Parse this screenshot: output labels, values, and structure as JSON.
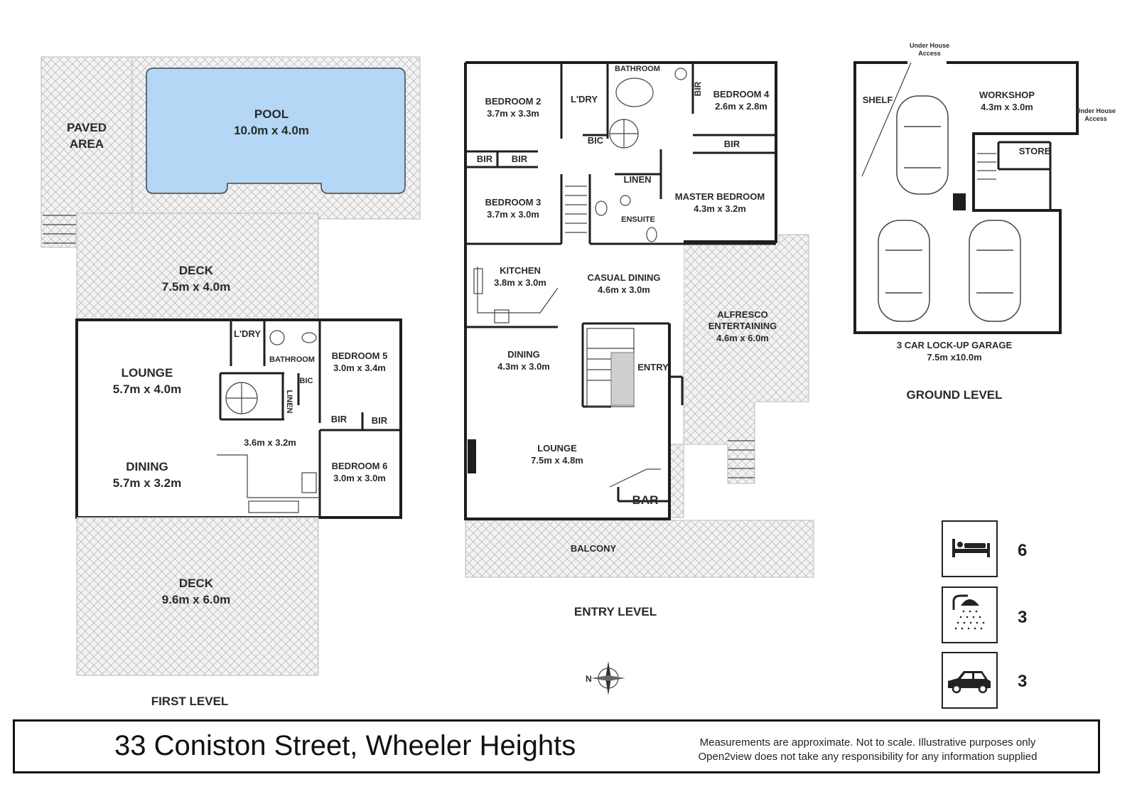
{
  "first_level": {
    "title": "FIRST LEVEL",
    "paved_area": [
      "PAVED",
      "AREA"
    ],
    "pool": {
      "name": "POOL",
      "size": "10.0m x 4.0m"
    },
    "deck_top": {
      "name": "DECK",
      "size": "7.5m x 4.0m"
    },
    "lounge": {
      "name": "LOUNGE",
      "size": "5.7m x 4.0m"
    },
    "dining": {
      "name": "DINING",
      "size": "5.7m x 3.2m"
    },
    "kitchen_size": "3.6m x 3.2m",
    "laundry": "L'DRY",
    "bathroom": "BATHROOM",
    "bic": "BIC",
    "linen": "LINEN",
    "bedroom5": {
      "name": "BEDROOM 5",
      "size": "3.0m x 3.4m"
    },
    "bedroom6": {
      "name": "BEDROOM 6",
      "size": "3.0m x 3.0m"
    },
    "bir": "BIR",
    "deck_bottom": {
      "name": "DECK",
      "size": "9.6m x 6.0m"
    }
  },
  "entry_level": {
    "title": "ENTRY LEVEL",
    "bedroom2": {
      "name": "BEDROOM 2",
      "size": "3.7m x 3.3m"
    },
    "bedroom3": {
      "name": "BEDROOM 3",
      "size": "3.7m x 3.0m"
    },
    "bedroom4": {
      "name": "BEDROOM 4",
      "size": "2.6m x 2.8m"
    },
    "master": {
      "name": "MASTER BEDROOM",
      "size": "4.3m x 3.2m"
    },
    "laundry": "L'DRY",
    "bathroom": "BATHROOM",
    "bic": "BIC",
    "bir": "BIR",
    "linen": "LINEN",
    "ensuite": "ENSUITE",
    "kitchen": {
      "name": "KITCHEN",
      "size": "3.8m x 3.0m"
    },
    "casual_dining": {
      "name": "CASUAL DINING",
      "size": "4.6m x 3.0m"
    },
    "alfresco": {
      "name1": "ALFRESCO",
      "name2": "ENTERTAINING",
      "size": "4.6m x 6.0m"
    },
    "dining": {
      "name": "DINING",
      "size": "4.3m x 3.0m"
    },
    "entry": "ENTRY",
    "lounge": {
      "name": "LOUNGE",
      "size": "7.5m x 4.8m"
    },
    "bar": "BAR",
    "balcony": "BALCONY"
  },
  "ground_level": {
    "title": "GROUND LEVEL",
    "under_house_access": [
      "Under House",
      "Access"
    ],
    "shelf": "SHELF",
    "workshop": {
      "name": "WORKSHOP",
      "size": "4.3m x 3.0m"
    },
    "store": "STORE",
    "garage": {
      "name": "3 CAR LOCK-UP GARAGE",
      "size": "7.5m x10.0m"
    }
  },
  "compass_letter": "N",
  "summary": [
    {
      "icon": "bed-icon",
      "count": "6"
    },
    {
      "icon": "shower-icon",
      "count": "3"
    },
    {
      "icon": "car-icon",
      "count": "3"
    }
  ],
  "footer": {
    "address": "33 Coniston Street, Wheeler Heights",
    "disclaimer_line1": "Measurements are approximate. Not to scale. Illustrative purposes only",
    "disclaimer_line2": "Open2view does not take any responsibility for any information supplied"
  },
  "colors": {
    "pool": "#b3d7f5",
    "wall": "#1e1e1e",
    "hatch": "#cfcfcf"
  }
}
